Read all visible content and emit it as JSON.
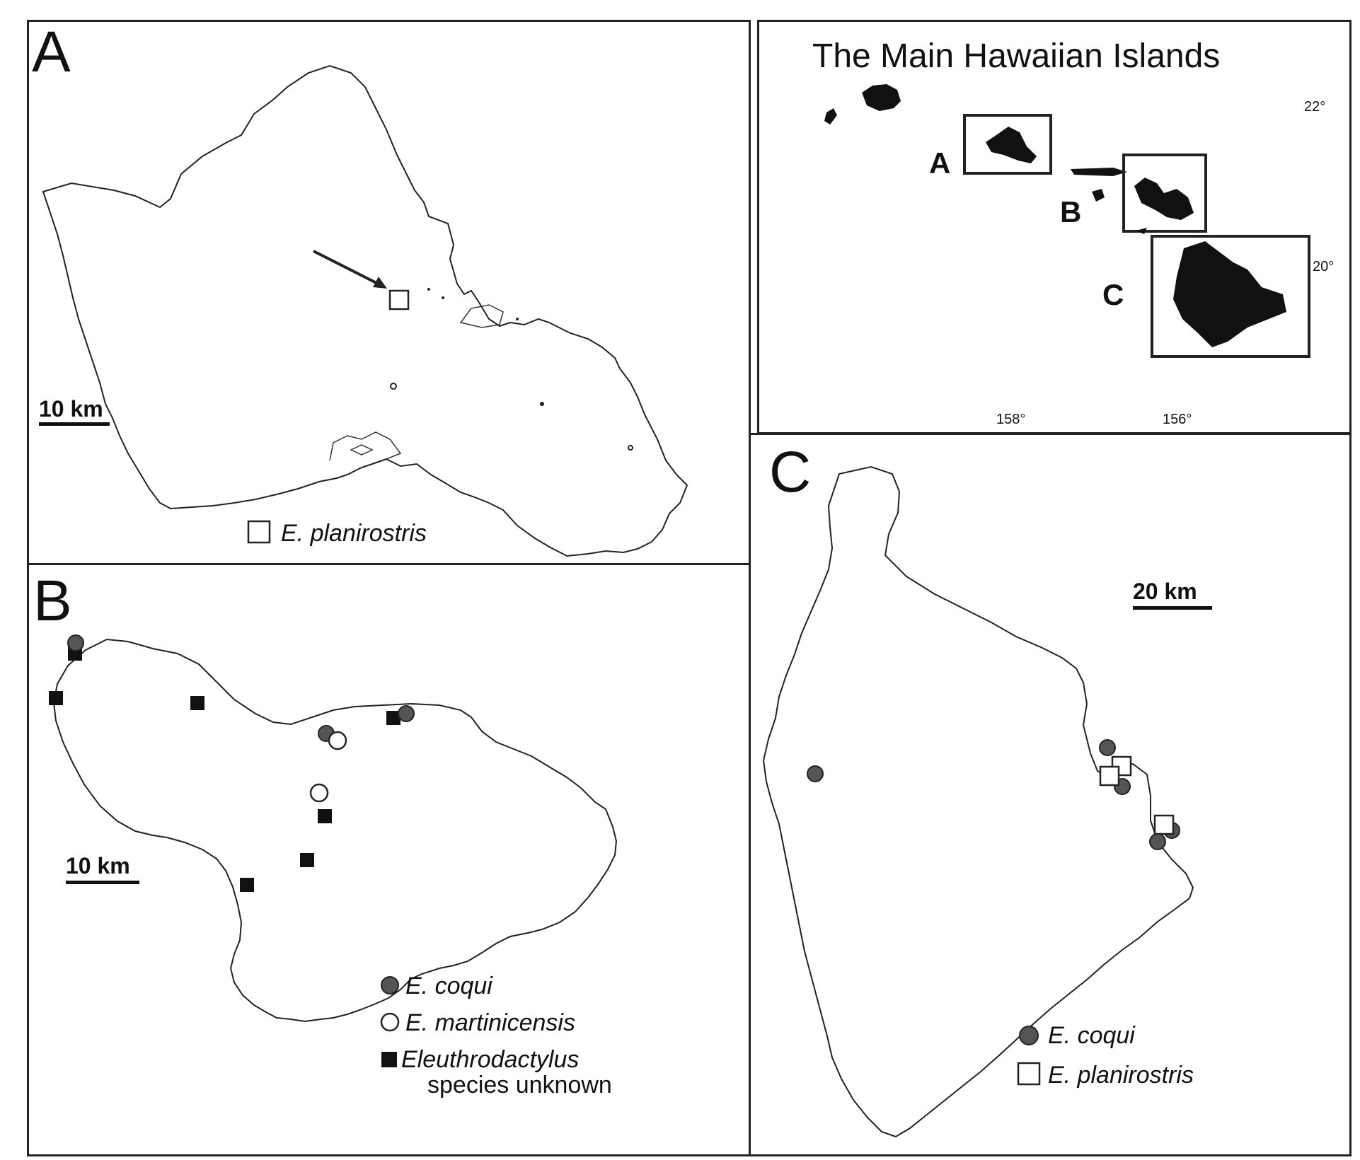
{
  "panel_a": {
    "label": "A",
    "scale_label": "10 km",
    "legend": [
      {
        "symbol": "open-square",
        "name": "E. planirostris"
      }
    ]
  },
  "panel_b": {
    "label": "B",
    "scale_label": "10 km",
    "legend": [
      {
        "symbol": "gray-circle",
        "name": "E. coqui"
      },
      {
        "symbol": "open-circle",
        "name": "E. martinicensis"
      },
      {
        "symbol": "black-square",
        "name": "Eleuthrodactylus",
        "name_line2": "species unknown"
      }
    ]
  },
  "panel_c": {
    "label": "C",
    "scale_label": "20 km",
    "legend": [
      {
        "symbol": "gray-circle",
        "name": "E. coqui"
      },
      {
        "symbol": "open-square",
        "name": "E. planirostris"
      }
    ]
  },
  "overview": {
    "title": "The Main Hawaiian Islands",
    "box_labels": [
      "A",
      "B",
      "C"
    ],
    "lat_labels": [
      "22°",
      "20°"
    ],
    "lon_labels": [
      "158°",
      "156°"
    ]
  },
  "colors": {
    "line": "#222222",
    "coqui_fill": "#555555",
    "land_fill": "#111111"
  }
}
